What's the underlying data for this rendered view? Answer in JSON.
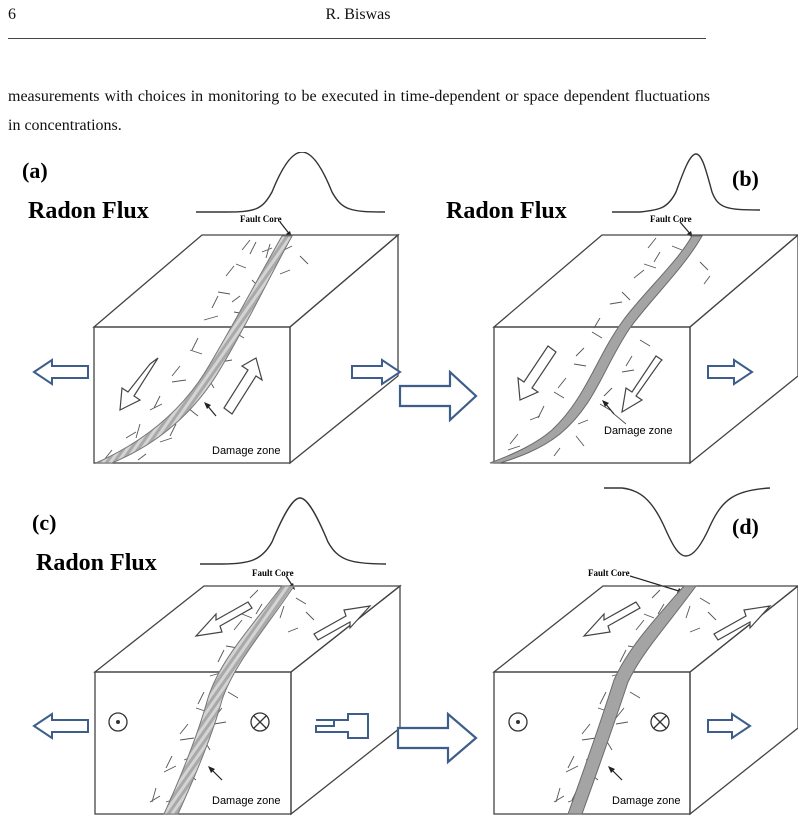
{
  "header": {
    "page_number": "6",
    "author": "R. Biswas"
  },
  "body_text": "measurements with choices in monitoring to be executed in time-dependent or space dependent fluctuations in concentrations.",
  "figure": {
    "panels": [
      {
        "label": "(a)",
        "radon_flux": "Radon Flux",
        "fault_core": "Fault Core",
        "damage_zone": "Damage zone"
      },
      {
        "label": "(b)",
        "radon_flux": "Radon Flux",
        "fault_core": "Fault Core",
        "damage_zone": "Damage zone"
      },
      {
        "label": "(c)",
        "radon_flux": "Radon Flux",
        "fault_core": "Fault Core",
        "damage_zone": "Damage zone"
      },
      {
        "label": "(d)",
        "radon_flux": "",
        "fault_core": "Fault Core",
        "damage_zone": "Damage zone"
      }
    ]
  }
}
